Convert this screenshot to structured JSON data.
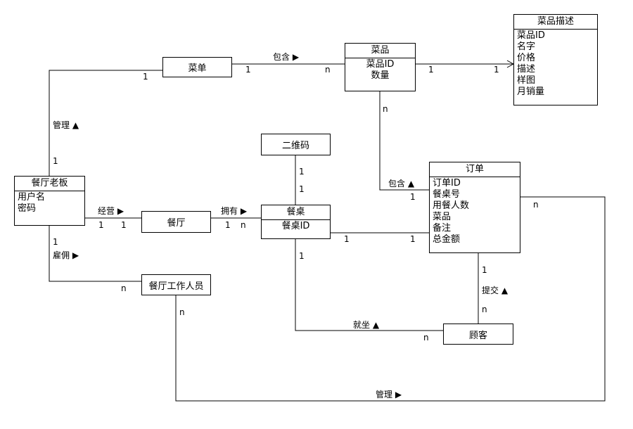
{
  "entities": {
    "menu": {
      "title": "菜单"
    },
    "dish": {
      "title": "菜品",
      "attrs": [
        "菜品ID",
        "数量"
      ]
    },
    "dish_desc": {
      "title": "菜品描述",
      "attrs": [
        "菜品ID",
        "名字",
        "价格",
        "描述",
        "样图",
        "月销量"
      ]
    },
    "qrcode": {
      "title": "二维码"
    },
    "owner": {
      "title": "餐厅老板",
      "attrs": [
        "用户名",
        "密码"
      ]
    },
    "restaurant": {
      "title": "餐厅"
    },
    "table": {
      "title": "餐桌",
      "attrs": [
        "餐桌ID"
      ]
    },
    "order": {
      "title": "订单",
      "attrs": [
        "订单ID",
        "餐桌号",
        "用餐人数",
        "菜品",
        "备注",
        "总金额"
      ]
    },
    "staff": {
      "title": "餐厅工作人员"
    },
    "customer": {
      "title": "顾客"
    }
  },
  "relations": {
    "menu_dish": "包含 ▶",
    "owner_menu": "管理 ▲",
    "owner_restaurant": "经营 ▶",
    "restaurant_table": "拥有 ▶",
    "owner_staff": "雇佣 ▶",
    "dish_order": "包含 ▲",
    "order_customer": "提交 ▲",
    "table_customer": "就坐 ▲",
    "staff_order": "管理 ▶"
  },
  "cardinalities": {
    "menu_side_owner": "1",
    "menu_side_dish": "1",
    "dish_side_menu": "n",
    "dish_side_desc": "1",
    "desc_side_dish": "1",
    "dish_side_order": "n",
    "owner_side_menu": "1",
    "qrcode_side": "1",
    "table_side_qrcode": "1",
    "owner_side_restaurant": "1",
    "restaurant_side_owner": "1",
    "restaurant_side_table": "1",
    "table_side_restaurant": "n",
    "owner_side_staff": "1",
    "staff_side_owner": "n",
    "order_side_dish": "1",
    "order_side_staff": "n",
    "table_side_order": "1",
    "order_side_table": "1",
    "order_side_customer": "1",
    "customer_side_order": "n",
    "table_side_customer": "1",
    "customer_side_table": "n",
    "staff_side_order": "n"
  }
}
